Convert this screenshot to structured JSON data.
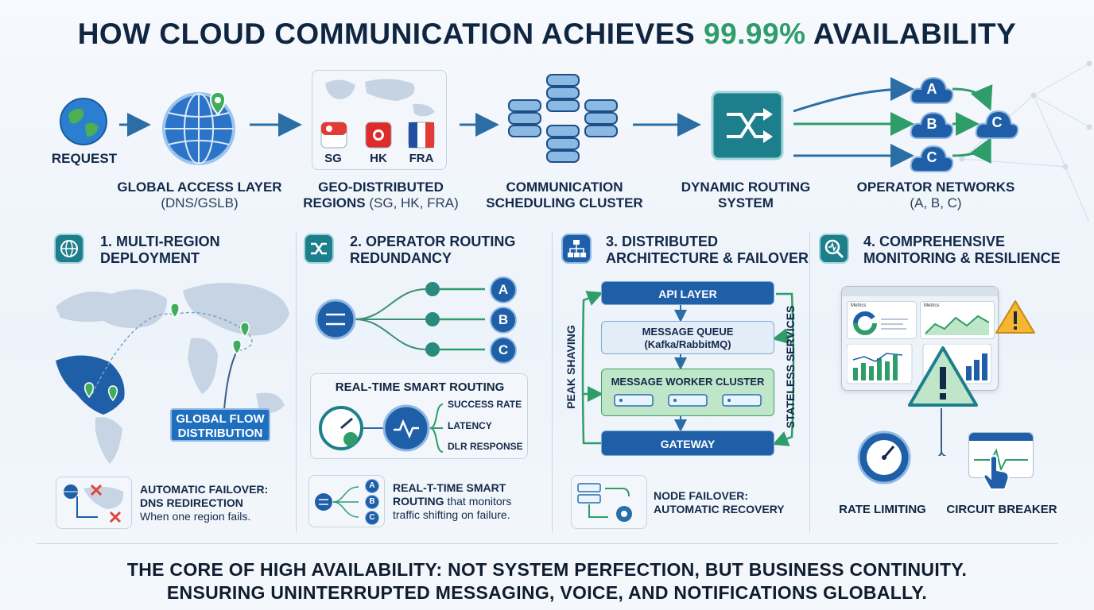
{
  "title": {
    "prefix": "HOW CLOUD COMMUNICATION ACHIEVES ",
    "highlight": "99.99%",
    "suffix": " AVAILABILITY"
  },
  "colors": {
    "navy": "#0f2540",
    "green": "#2f9d6a",
    "blue": "#1f5fa8",
    "teal": "#1e7f8c"
  },
  "flow": {
    "request": "REQUEST",
    "access": {
      "title": "GLOBAL ACCESS LAYER",
      "sub": "(DNS/GSLB)"
    },
    "regions": {
      "title": "GEO-DISTRIBUTED",
      "title2": "REGIONS",
      "sub": " (SG, HK, FRA)",
      "flags": [
        "SG",
        "HK",
        "FRA"
      ]
    },
    "scheduling": {
      "line1": "COMMUNICATION",
      "line2": "SCHEDULING CLUSTER"
    },
    "routing": {
      "line1": "DYNAMIC ROUTING",
      "line2": "SYSTEM"
    },
    "operators": {
      "title": "OPERATOR NETWORKS",
      "sub": "(A, B, C)",
      "letters": [
        "A",
        "B",
        "C",
        "C"
      ]
    }
  },
  "sections": [
    {
      "line1": "1. MULTI-REGION",
      "line2": "DEPLOYMENT",
      "icon": "globe-icon"
    },
    {
      "line1": "2. OPERATOR ROUTING",
      "line2": "REDUNDANCY",
      "icon": "shuffle-icon"
    },
    {
      "line1": "3. DISTRIBUTED",
      "line2": "ARCHITECTURE & FAILOVER",
      "icon": "hierarchy-icon"
    },
    {
      "line1": "4. COMPREHENSIVE",
      "line2": "MONITORING & RESILIENCE",
      "icon": "monitor-search-icon"
    }
  ],
  "s1": {
    "flow_label_1": "GLOBAL FLOW",
    "flow_label_2": "DISTRIBUTION",
    "failover_bold1": "AUTOMATIC FAILOVER:",
    "failover_bold2": "DNS REDIRECTION",
    "failover_text": "When one region fails."
  },
  "s2": {
    "letters": [
      "A",
      "B",
      "C"
    ],
    "smart_title": "REAL-TIME SMART ROUTING",
    "metrics": [
      "SUCCESS RATE",
      "LATENCY",
      "DLR RESPONSE"
    ],
    "note_bold1": "REAL-T-TIME SMART",
    "note_bold2": "ROUTING",
    "note_text2": " that monitors",
    "note_text3": "traffic shifting on failure.",
    "mini_letters": [
      "A",
      "B",
      "C"
    ]
  },
  "s3": {
    "api": "API LAYER",
    "queue_1": "MESSAGE QUEUE",
    "queue_2": "(Kafka/RabbitMQ)",
    "worker": "MESSAGE WORKER CLUSTER",
    "gateway": "GATEWAY",
    "left_side": "PEAK SHAVING",
    "right_side": "STATELESS SERVICES",
    "node_1": "NODE FAILOVER:",
    "node_2": "AUTOMATIC RECOVERY"
  },
  "s4": {
    "metrics_a": "Metrics",
    "metrics_b": "Metrics",
    "rate": "RATE LIMITING",
    "breaker": "CIRCUIT BREAKER"
  },
  "footer": {
    "line1": "THE CORE OF HIGH AVAILABILITY: NOT SYSTEM PERFECTION, BUT BUSINESS CONTINUITY.",
    "line2": "ENSURING UNINTERRUPTED MESSAGING, VOICE, AND NOTIFICATIONS GLOBALLY."
  }
}
